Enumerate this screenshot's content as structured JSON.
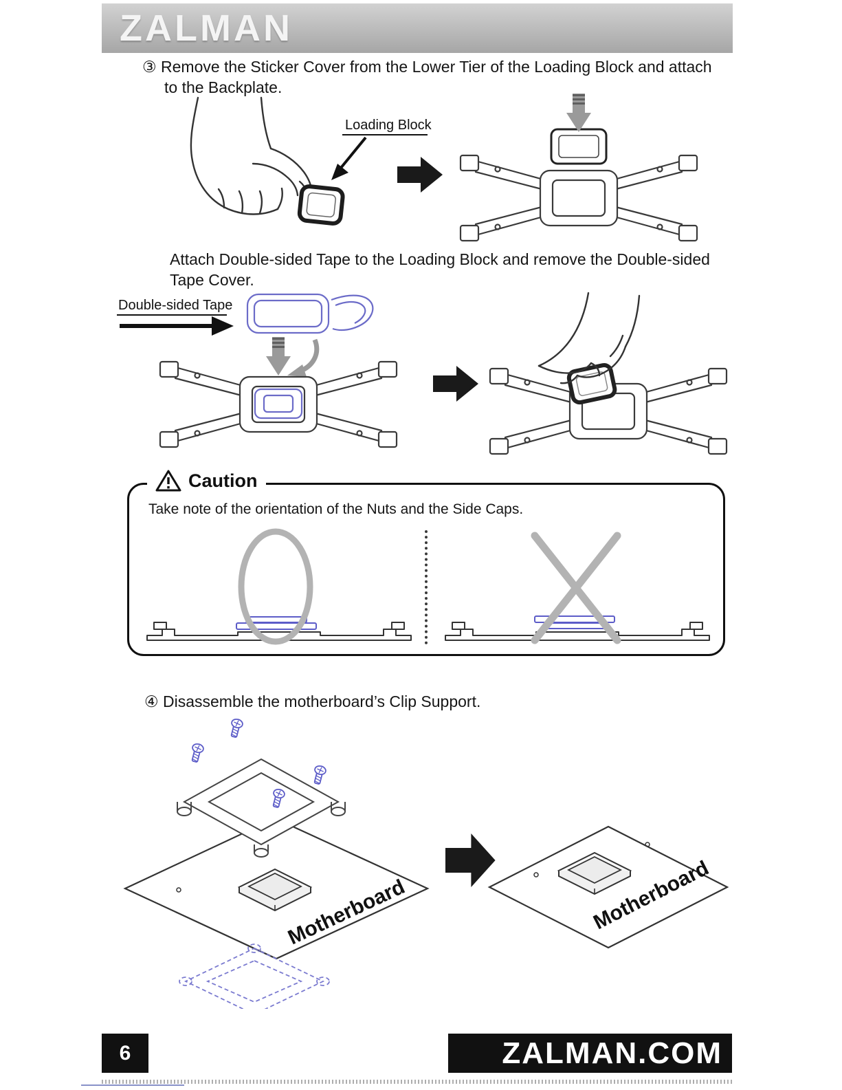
{
  "header": {
    "logo": "ZALMAN"
  },
  "steps": {
    "step3": "③ Remove the Sticker Cover from the Lower Tier of the Loading Block and attach to the Backplate.",
    "tape": "Attach Double-sided Tape to the Loading Block and remove the Double-sided Tape Cover.",
    "step4": "④ Disassemble the motherboard’s Clip Support."
  },
  "labels": {
    "loading_block": "Loading Block",
    "double_sided_tape": "Double-sided Tape",
    "motherboard": "Motherboard"
  },
  "caution": {
    "title": "Caution",
    "text": "Take note of the orientation of the Nuts and the Side Caps."
  },
  "footer": {
    "page_number": "6",
    "brand": "ZALMAN.COM"
  },
  "icons": {
    "warning": "triangle-exclamation",
    "step_arrow": "solid-right-arrow",
    "press_arrow": "striped-down-arrow",
    "correct_mark": "gray-O",
    "wrong_mark": "gray-X"
  },
  "colors": {
    "accent_blue": "#5c5cc8",
    "mark_gray": "#b3b3b3",
    "header_gray": "#b0b0b0",
    "bar_black": "#111111"
  }
}
